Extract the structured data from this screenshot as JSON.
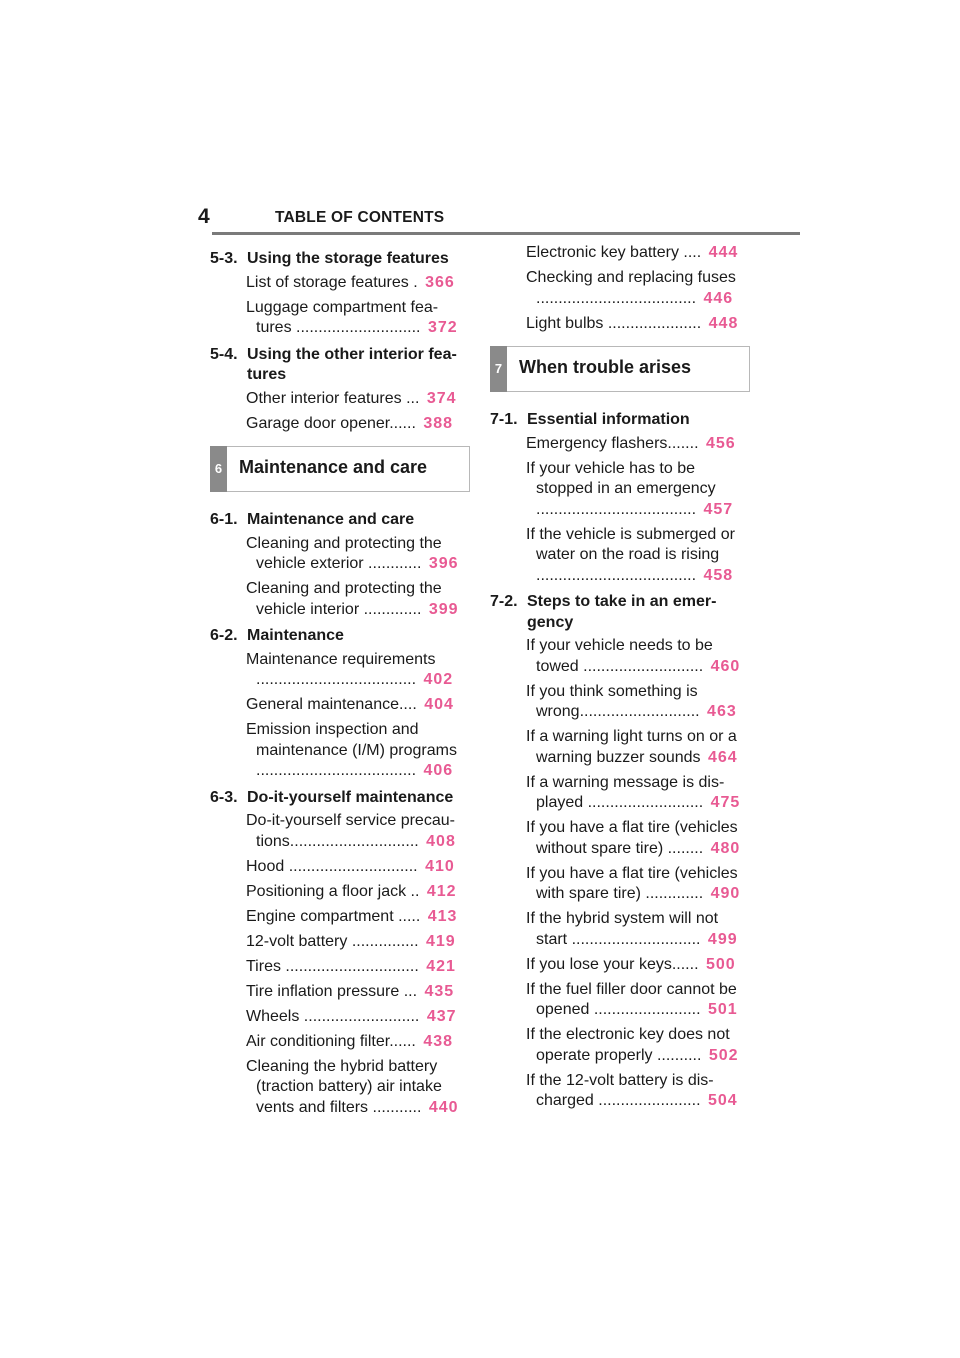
{
  "header": {
    "page_number": "4",
    "title": "TABLE OF CONTENTS"
  },
  "col1": [
    {
      "kind": "section",
      "no": "5-3.",
      "title": "Using the storage features"
    },
    {
      "kind": "entry",
      "text": "List of storage features . ",
      "page": "366"
    },
    {
      "kind": "entry",
      "text": "Luggage compartment fea-tures ............................ ",
      "page": "372"
    },
    {
      "kind": "section",
      "no": "5-4.",
      "title": "Using the other interior fea-tures"
    },
    {
      "kind": "entry",
      "text": "Other interior features ... ",
      "page": "374"
    },
    {
      "kind": "entry",
      "text": "Garage door opener...... ",
      "page": "388"
    },
    {
      "kind": "chapter",
      "tab": "6",
      "title": "Maintenance and care"
    },
    {
      "kind": "section",
      "no": "6-1.",
      "title": "Maintenance and care"
    },
    {
      "kind": "entry",
      "text": "Cleaning and protecting the vehicle exterior ............ ",
      "page": "396"
    },
    {
      "kind": "entry",
      "text": "Cleaning and protecting the vehicle interior ............. ",
      "page": "399"
    },
    {
      "kind": "section",
      "no": "6-2.",
      "title": "Maintenance"
    },
    {
      "kind": "entry",
      "text": "Maintenance requirements .................................... ",
      "page": "402"
    },
    {
      "kind": "entry",
      "text": "General maintenance.... ",
      "page": "404"
    },
    {
      "kind": "entry",
      "text": "Emission inspection and maintenance (I/M) programs .................................... ",
      "page": "406"
    },
    {
      "kind": "section",
      "no": "6-3.",
      "title": "Do-it-yourself maintenance"
    },
    {
      "kind": "entry",
      "text": "Do-it-yourself service precau-tions............................. ",
      "page": "408"
    },
    {
      "kind": "entry",
      "text": "Hood ............................. ",
      "page": "410"
    },
    {
      "kind": "entry",
      "text": "Positioning a floor jack .. ",
      "page": "412"
    },
    {
      "kind": "entry",
      "text": "Engine compartment ..... ",
      "page": "413"
    },
    {
      "kind": "entry",
      "text": "12-volt battery ............... ",
      "page": "419"
    },
    {
      "kind": "entry",
      "text": "Tires .............................. ",
      "page": "421"
    },
    {
      "kind": "entry",
      "text": "Tire inflation pressure ... ",
      "page": "435"
    },
    {
      "kind": "entry",
      "text": "Wheels .......................... ",
      "page": "437"
    },
    {
      "kind": "entry",
      "text": "Air conditioning filter...... ",
      "page": "438"
    },
    {
      "kind": "entry",
      "text": "Cleaning the hybrid battery (traction battery) air intake vents and filters ........... ",
      "page": "440"
    }
  ],
  "col2": [
    {
      "kind": "entry",
      "text": "Electronic key battery .... ",
      "page": "444"
    },
    {
      "kind": "entry",
      "text": "Checking and replacing fuses .................................... ",
      "page": "446"
    },
    {
      "kind": "entry",
      "text": "Light bulbs ..................... ",
      "page": "448"
    },
    {
      "kind": "chapter",
      "tab": "7",
      "title": "When trouble arises"
    },
    {
      "kind": "section",
      "no": "7-1.",
      "title": "Essential information"
    },
    {
      "kind": "entry",
      "text": "Emergency flashers....... ",
      "page": "456"
    },
    {
      "kind": "entry",
      "text": "If your vehicle has to be stopped in an emergency .................................... ",
      "page": "457"
    },
    {
      "kind": "entry",
      "text": "If the vehicle is submerged or water on the road is rising .................................... ",
      "page": "458"
    },
    {
      "kind": "section",
      "no": "7-2.",
      "title": "Steps to take in an emer-gency"
    },
    {
      "kind": "entry",
      "text": "If your vehicle needs to be towed ........................... ",
      "page": "460"
    },
    {
      "kind": "entry",
      "text": "If you think something is wrong........................... ",
      "page": "463"
    },
    {
      "kind": "entry",
      "text": "If a warning light turns on or a warning buzzer sounds ",
      "page": "464"
    },
    {
      "kind": "entry",
      "text": "If a warning message is dis-played .......................... ",
      "page": "475"
    },
    {
      "kind": "entry",
      "text": "If you have a flat tire (vehicles without spare tire) ........ ",
      "page": "480"
    },
    {
      "kind": "entry",
      "text": "If you have a flat tire (vehicles with spare tire) ............. ",
      "page": "490"
    },
    {
      "kind": "entry",
      "text": "If the hybrid system will not start ............................. ",
      "page": "499"
    },
    {
      "kind": "entry",
      "text": "If you lose your keys...... ",
      "page": "500"
    },
    {
      "kind": "entry",
      "text": "If the fuel filler door cannot be opened ........................ ",
      "page": "501"
    },
    {
      "kind": "entry",
      "text": "If the electronic key does not operate properly .......... ",
      "page": "502"
    },
    {
      "kind": "entry",
      "text": "If the 12-volt battery is dis-charged ....................... ",
      "page": "504"
    }
  ],
  "colors": {
    "page_link": "#e85a93",
    "tab_bg": "#8a8a8a",
    "rule": "#7a7a7a"
  }
}
